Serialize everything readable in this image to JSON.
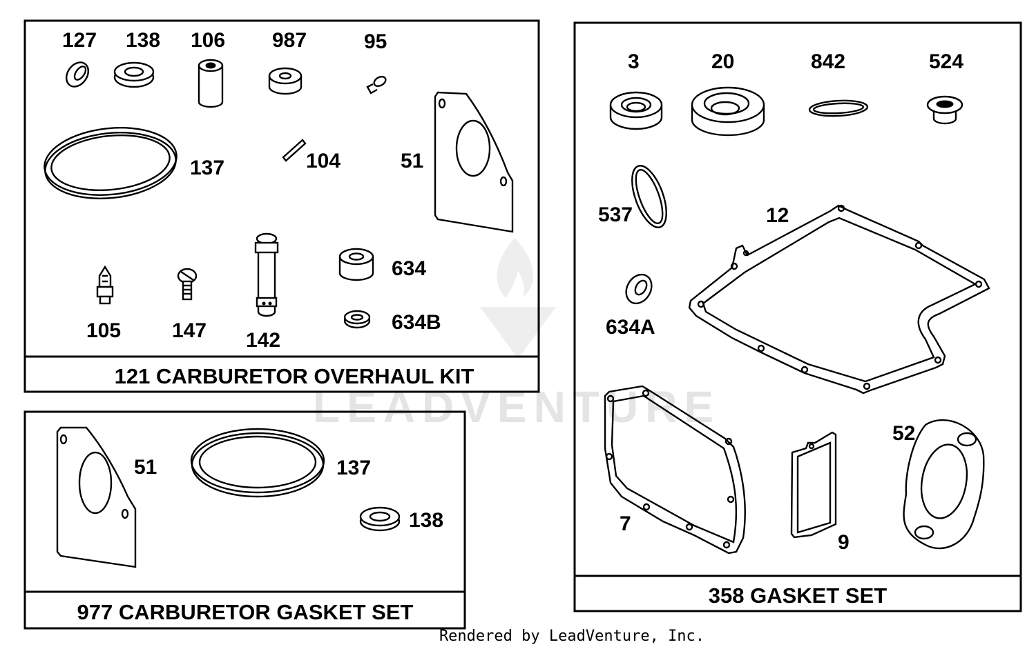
{
  "panels": {
    "carburetor_overhaul": {
      "title": "121 CARBURETOR OVERHAUL KIT",
      "labels": {
        "p127": "127",
        "p138": "138",
        "p106": "106",
        "p987": "987",
        "p95": "95",
        "p137": "137",
        "p104": "104",
        "p51": "51",
        "p634": "634",
        "p634b": "634B",
        "p105": "105",
        "p147": "147",
        "p142": "142"
      }
    },
    "carburetor_gasket": {
      "title": "977 CARBURETOR GASKET SET",
      "labels": {
        "p51": "51",
        "p137": "137",
        "p138": "138"
      }
    },
    "gasket_set": {
      "title": "358 GASKET SET",
      "labels": {
        "p3": "3",
        "p20": "20",
        "p842": "842",
        "p524": "524",
        "p537": "537",
        "p12": "12",
        "p634a": "634A",
        "p7": "7",
        "p9": "9",
        "p52": "52"
      }
    }
  },
  "footer": {
    "rendered_by": "Rendered by LeadVenture, Inc."
  },
  "watermark": {
    "text": "LEADVENTURE"
  }
}
